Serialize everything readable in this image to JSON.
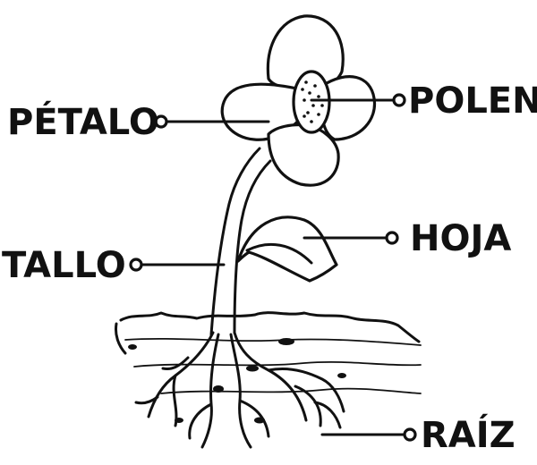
{
  "labels": {
    "petalo": "PÉTALO",
    "polen": "POLEN",
    "tallo": "TALLO",
    "hoja": "HOJA",
    "raiz": "RAÍZ"
  },
  "colors": {
    "ink": "#111111",
    "background": "#ffffff"
  }
}
